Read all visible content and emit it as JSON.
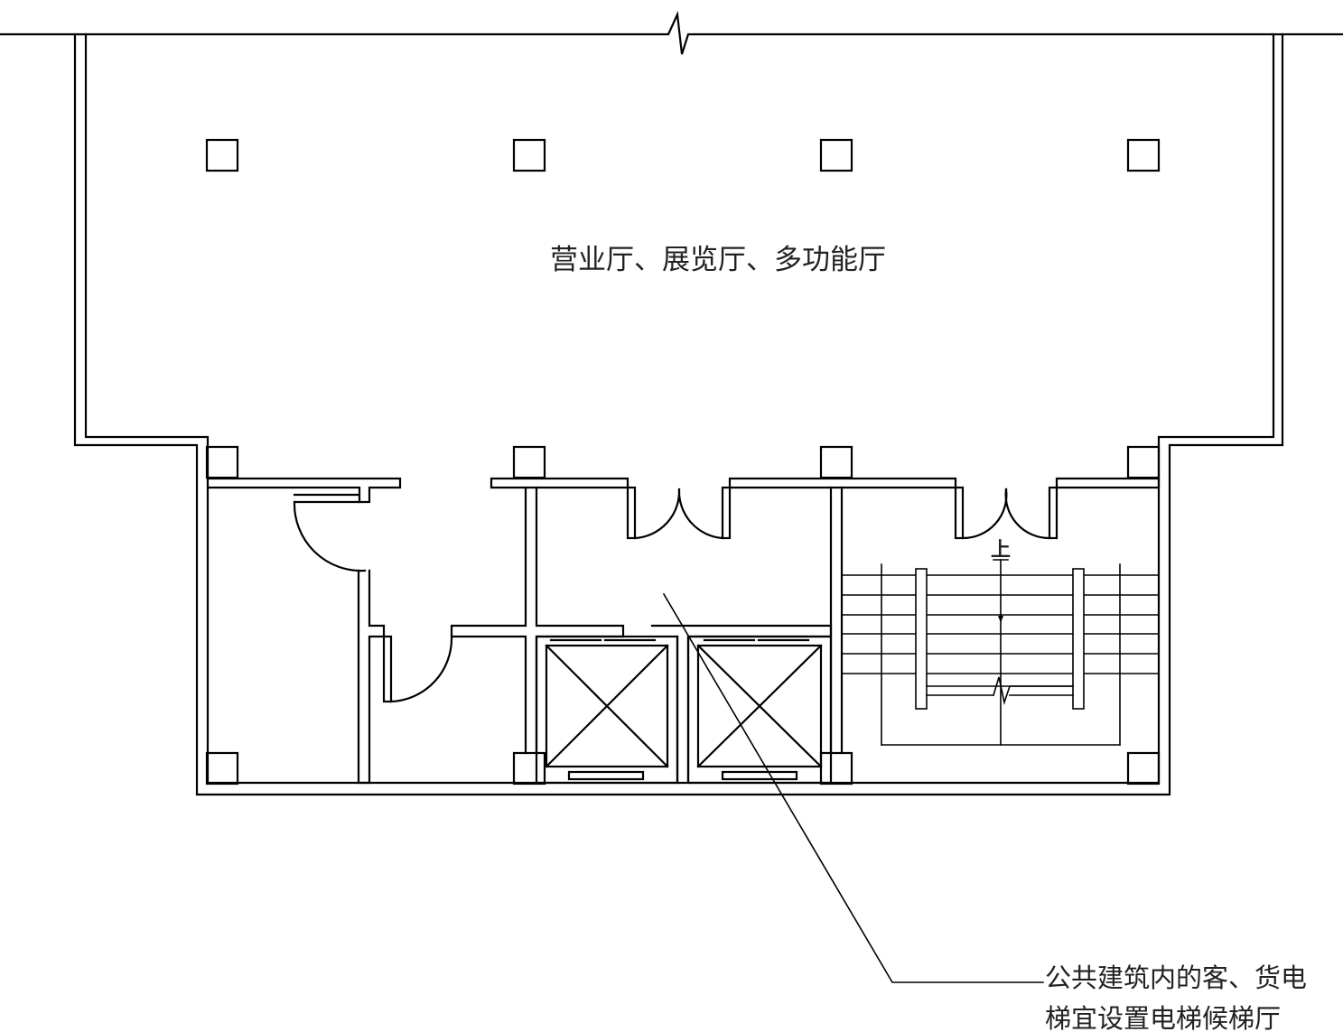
{
  "labels": {
    "hall": "营业厅、展览厅、多功能厅",
    "note_line1": "公共建筑内的客、货电",
    "note_line2": "梯宜设置电梯候梯厅",
    "stair_up": "上"
  },
  "colors": {
    "line": "#000000",
    "text": "#222222",
    "background": "#ffffff"
  }
}
